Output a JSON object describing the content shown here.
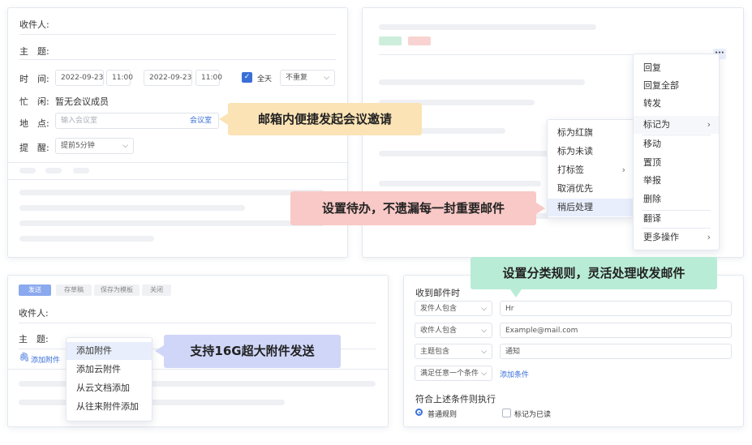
{
  "meeting": {
    "to_label": "收件人:",
    "subject_label": "主　题:",
    "time_label": "时　间:",
    "start_date": "2022-09-23",
    "start_time": "11:00",
    "end_date": "2022-09-23",
    "end_time": "11:00",
    "allday_label": "全天",
    "allday_checked": true,
    "repeat_value": "不重复",
    "busy_label": "忙　闲:",
    "busy_value": "暂无会议成员",
    "location_label": "地　点:",
    "location_placeholder": "输入会议室",
    "room_link": "会议室",
    "remind_label": "提　醒:",
    "remind_value": "提前5分钟"
  },
  "callouts": {
    "meeting": "邮箱内便捷发起会议邀请",
    "todo": "设置待办，不遗漏每一封重要邮件",
    "rules": "设置分类规则，灵活处理收发邮件",
    "attach": "支持16G超大附件发送"
  },
  "context_menu": {
    "more_icon": "···",
    "items": [
      "回复",
      "回复全部",
      "转发",
      "标记为",
      "移动",
      "置顶",
      "举报",
      "删除",
      "翻译",
      "更多操作"
    ]
  },
  "mark_submenu": {
    "items": [
      "标为红旗",
      "标为未读",
      "打标签",
      "取消优先",
      "稍后处理"
    ]
  },
  "compose": {
    "toolbar": [
      "发送",
      "存草稿",
      "保存为模板",
      "关闭"
    ],
    "to_label": "收件人:",
    "subject_label": "主　题:",
    "attach_label": "添加附件",
    "attach_menu": [
      "添加附件",
      "添加云附件",
      "从云文档添加",
      "从往来附件添加"
    ]
  },
  "rules": {
    "when_label": "收到邮件时",
    "conditions": [
      {
        "field": "发件人包含",
        "value": "Hr"
      },
      {
        "field": "收件人包含",
        "value": "Example@mail.com"
      },
      {
        "field": "主题包含",
        "value": "通知"
      }
    ],
    "match_mode": "满足任意一个条件",
    "add_condition": "添加条件",
    "action_title": "符合上述条件则执行",
    "option_normal": "普通规则",
    "option_mark_read": "标记为已读"
  },
  "colors": {
    "accent": "#3a6fd8",
    "callout_meeting": "#fbe3b5",
    "callout_todo": "#f8c9c6",
    "callout_rules": "#b9ecd6",
    "callout_attach": "#cfd6f7",
    "tag_green": "#cdeedb",
    "tag_red": "#f8d3d2"
  }
}
